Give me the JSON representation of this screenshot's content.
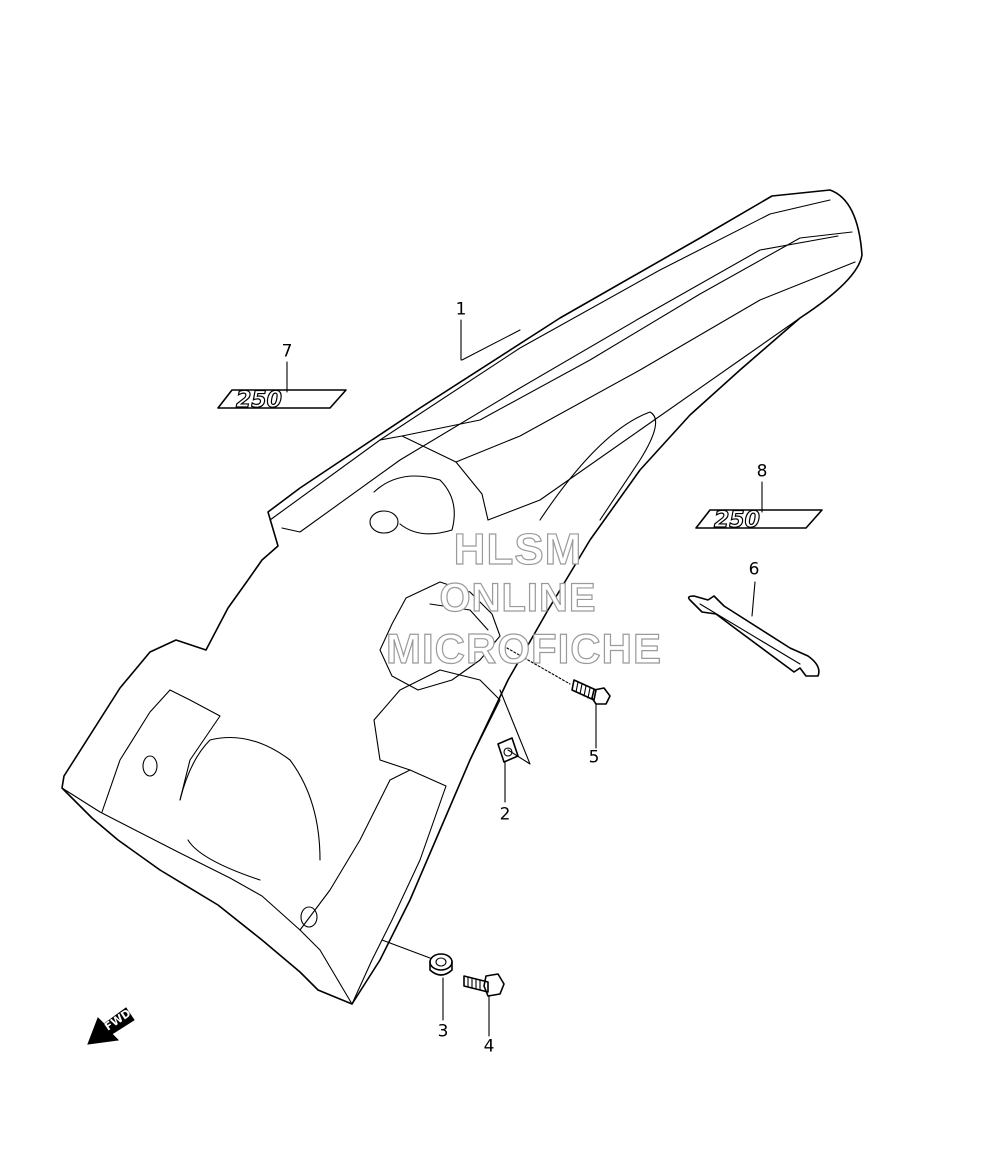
{
  "callouts": [
    {
      "id": "1",
      "label": "1"
    },
    {
      "id": "2",
      "label": "2"
    },
    {
      "id": "3",
      "label": "3"
    },
    {
      "id": "4",
      "label": "4"
    },
    {
      "id": "5",
      "label": "5"
    },
    {
      "id": "6",
      "label": "6"
    },
    {
      "id": "7",
      "label": "7"
    },
    {
      "id": "8",
      "label": "8"
    }
  ],
  "watermark": {
    "line1": "HLSM",
    "line2": "ONLINE",
    "line3": "MICROFICHE",
    "color": "#9a9a9a"
  },
  "direction_indicator": {
    "label": "FWD"
  },
  "decals": {
    "left_text": "250",
    "right_text": "250"
  }
}
